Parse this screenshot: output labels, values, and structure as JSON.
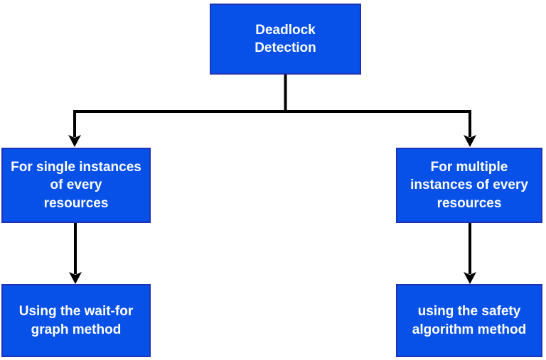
{
  "diagram": {
    "title": "Deadlock Detection flowchart",
    "colors": {
      "box_fill": "#0751e8",
      "box_border": "#1e32b8",
      "text": "#ffffff",
      "line": "#000000",
      "background": "#ffffff"
    },
    "nodes": {
      "root": {
        "label": "Deadlock\nDetection"
      },
      "single": {
        "label": "For single instances\nof every\nresources"
      },
      "multiple": {
        "label": "For multiple\ninstances of every\nresources"
      },
      "wait_for": {
        "label": "Using the wait-for\ngraph method"
      },
      "safety": {
        "label": "using the safety\nalgorithm method"
      }
    }
  }
}
